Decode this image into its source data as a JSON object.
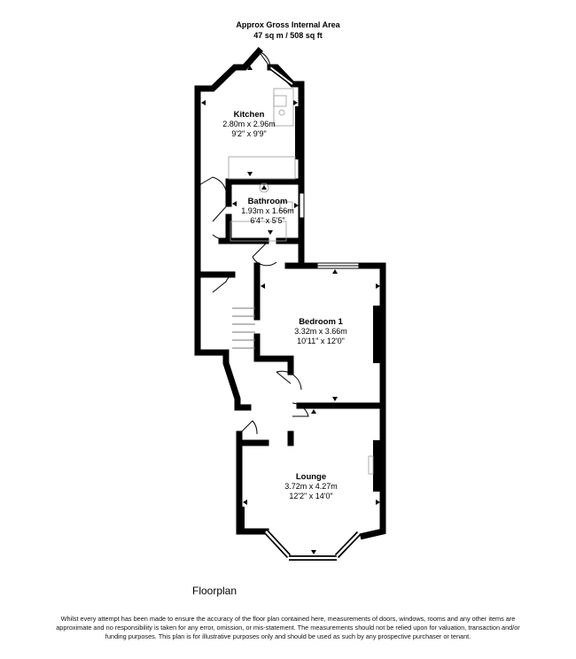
{
  "header": {
    "title": "Approx Gross Internal Area",
    "area": "47 sq m / 508 sq ft"
  },
  "rooms": [
    {
      "name": "Kitchen",
      "metric": "2.80m x 2.96m",
      "imperial": "9'2\" x 9'9\""
    },
    {
      "name": "Bathroom",
      "metric": "1.93m x 1.66m",
      "imperial": "6'4\" x 5'5\""
    },
    {
      "name": "Bedroom 1",
      "metric": "3.32m x 3.66m",
      "imperial": "10'11\" x 12'0\""
    },
    {
      "name": "Lounge",
      "metric": "3.72m x 4.27m",
      "imperial": "12'2\" x 14'0\""
    }
  ],
  "caption": "Floorplan",
  "disclaimer": "Whilst every attempt has been made to ensure the accuracy of the floor plan contained here, measurements of doors, windows, rooms and any other items are approximate and no responsibility is taken for any error, omission, or mis-statement. The measurements should not be relied upon for valuation, transaction and/or funding purposes. This plan is for illustrative purposes only and should be used as such by any prospective purchaser or tenant.",
  "colors": {
    "wall": "#000000",
    "fixture": "#9a9a9a",
    "background": "#ffffff"
  }
}
